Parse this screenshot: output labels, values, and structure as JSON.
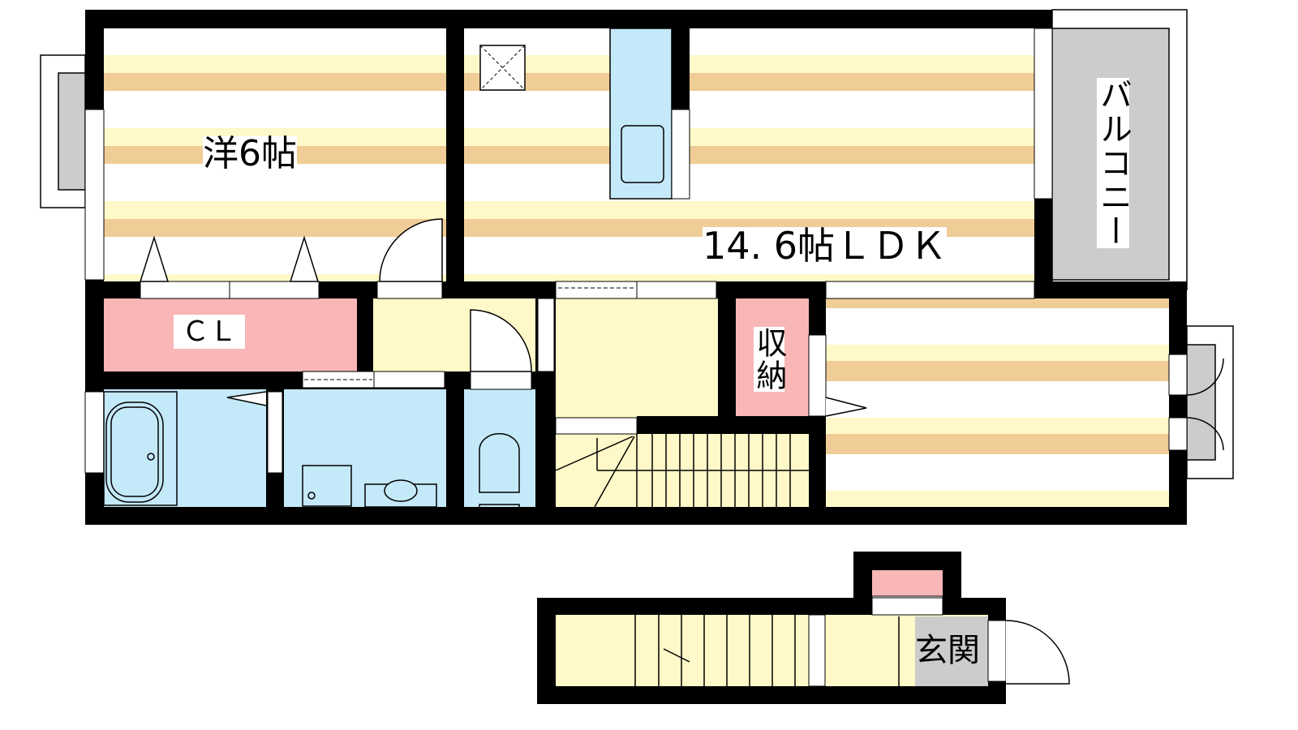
{
  "rooms": {
    "bedroom": "洋6帖",
    "ldk": "14. 6帖ＬＤＫ",
    "balcony": "バルコニー",
    "closet": "ＣＬ",
    "storage": "収納",
    "entrance": "玄関"
  },
  "colors": {
    "wall": "#000000",
    "floor_light": "#FFF8C8",
    "floor_stripe": "#F0CC96",
    "wet_area": "#C4E9F8",
    "closet": "#F8B6B6",
    "balcony": "#CCCCCC"
  }
}
